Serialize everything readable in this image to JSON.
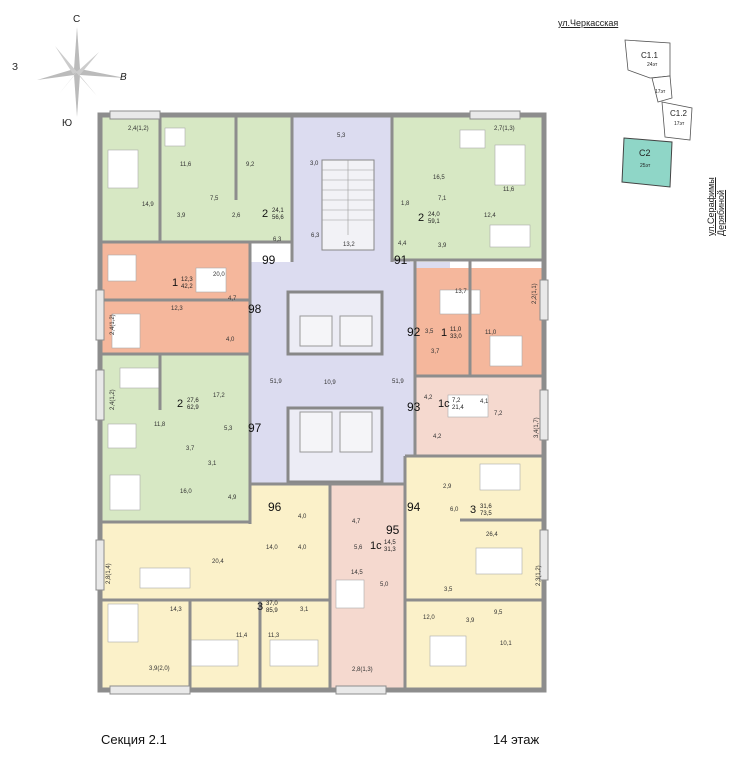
{
  "compass": {
    "n": "С",
    "s": "Ю",
    "w": "З",
    "e": "В"
  },
  "streets": {
    "north": "ул.Черкасская",
    "east": "ул.Серафимы Дерябиной"
  },
  "site_plan": {
    "c11": {
      "name": "С1.1",
      "floors": "24эт"
    },
    "c11_lower": {
      "floors": "17эт"
    },
    "c12": {
      "name": "С1.2",
      "floors": "17эт"
    },
    "c2": {
      "name": "С2",
      "floors": "25эт"
    }
  },
  "footer": {
    "section": "Секция 2.1",
    "floor": "14 этаж"
  },
  "colors": {
    "green": "#d7e8c4",
    "orange": "#f5b79c",
    "yellow": "#fbf1c9",
    "pink": "#f5d9cf",
    "core": "#dcdcf0",
    "wall": "#8d8d8d",
    "c2fill": "#8fd6c7"
  },
  "apartments": [
    {
      "id": "99",
      "rooms": "2",
      "living": "24,1",
      "total": "56,6"
    },
    {
      "id": "91",
      "rooms": "2",
      "living": "24,0",
      "total": "59,1"
    },
    {
      "id": "98",
      "rooms": "1",
      "living": "12,3",
      "total": "42,2"
    },
    {
      "id": "92",
      "rooms": "1",
      "living": "11,0",
      "total": "33,0"
    },
    {
      "id": "97",
      "rooms": "2",
      "living": "27,6",
      "total": "62,9"
    },
    {
      "id": "93",
      "rooms": "1с",
      "living": "7,2",
      "total": "21,4"
    },
    {
      "id": "96",
      "rooms": "3",
      "living": "37,0",
      "total": "85,9"
    },
    {
      "id": "95",
      "rooms": "1с",
      "living": "14,5",
      "total": "31,3"
    },
    {
      "id": "94",
      "rooms": "3",
      "living": "31,6",
      "total": "73,5"
    }
  ],
  "room_labels": {
    "a": "2,4(1,2)",
    "b": "11,6",
    "c": "9,2",
    "d": "7,5",
    "e": "14,9",
    "f": "3,9",
    "g": "2,6",
    "h": "6,3",
    "i": "5,3",
    "j": "3,0",
    "k": "6,3",
    "l": "13,2",
    "m": "2,7(1,3)",
    "n": "16,5",
    "o": "11,6",
    "p": "7,1",
    "q": "1,8",
    "r": "12,4",
    "s": "4,4",
    "t": "3,9",
    "u": "20,0",
    "v": "4,7",
    "w": "12,3",
    "x": "2,4(1,2)",
    "y": "4,0",
    "z": "13,7",
    "aa": "2,2(1,1)",
    "ab": "3,5",
    "ac": "11,0",
    "ad": "3,7",
    "ae": "2,4(1,2)",
    "af": "17,2",
    "ag": "5,3",
    "ah": "11,8",
    "ai": "3,7",
    "aj": "3,1",
    "ak": "16,0",
    "al": "4,9",
    "am": "51,9",
    "an": "10,9",
    "ao": "51,9",
    "ap": "4,2",
    "aq": "4,1",
    "ar": "7,2",
    "as": "3,4(1,7)",
    "at": "4,2",
    "au": "2,9",
    "av": "6,0",
    "aw": "26,4",
    "ax": "2,3(1,2)",
    "ay": "3,5",
    "az": "9,5",
    "ba": "3,9",
    "bb": "12,0",
    "bc": "10,1",
    "bd": "4,0",
    "be": "4,0",
    "bf": "14,0",
    "bg": "2,8(1,4)",
    "bh": "20,4",
    "bi": "14,3",
    "bj": "3,1",
    "bk": "11,4",
    "bl": "11,3",
    "bm": "3,9(2,0)",
    "bn": "4,7",
    "bo": "5,6",
    "bp": "14,5",
    "bq": "5,0",
    "br": "2,8(1,3)"
  }
}
